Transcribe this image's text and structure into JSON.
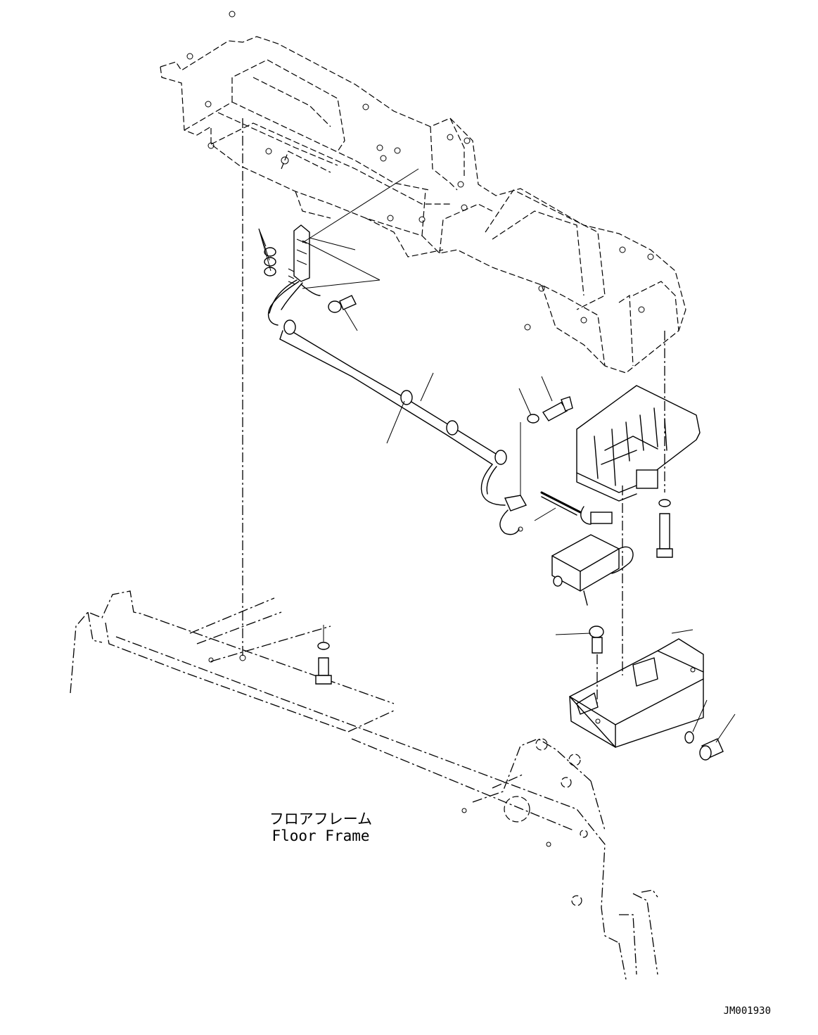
{
  "labels": {
    "floor_frame_jp": "フロアフレーム",
    "floor_frame_en": "Floor Frame",
    "drawing_code": "JM001930"
  }
}
